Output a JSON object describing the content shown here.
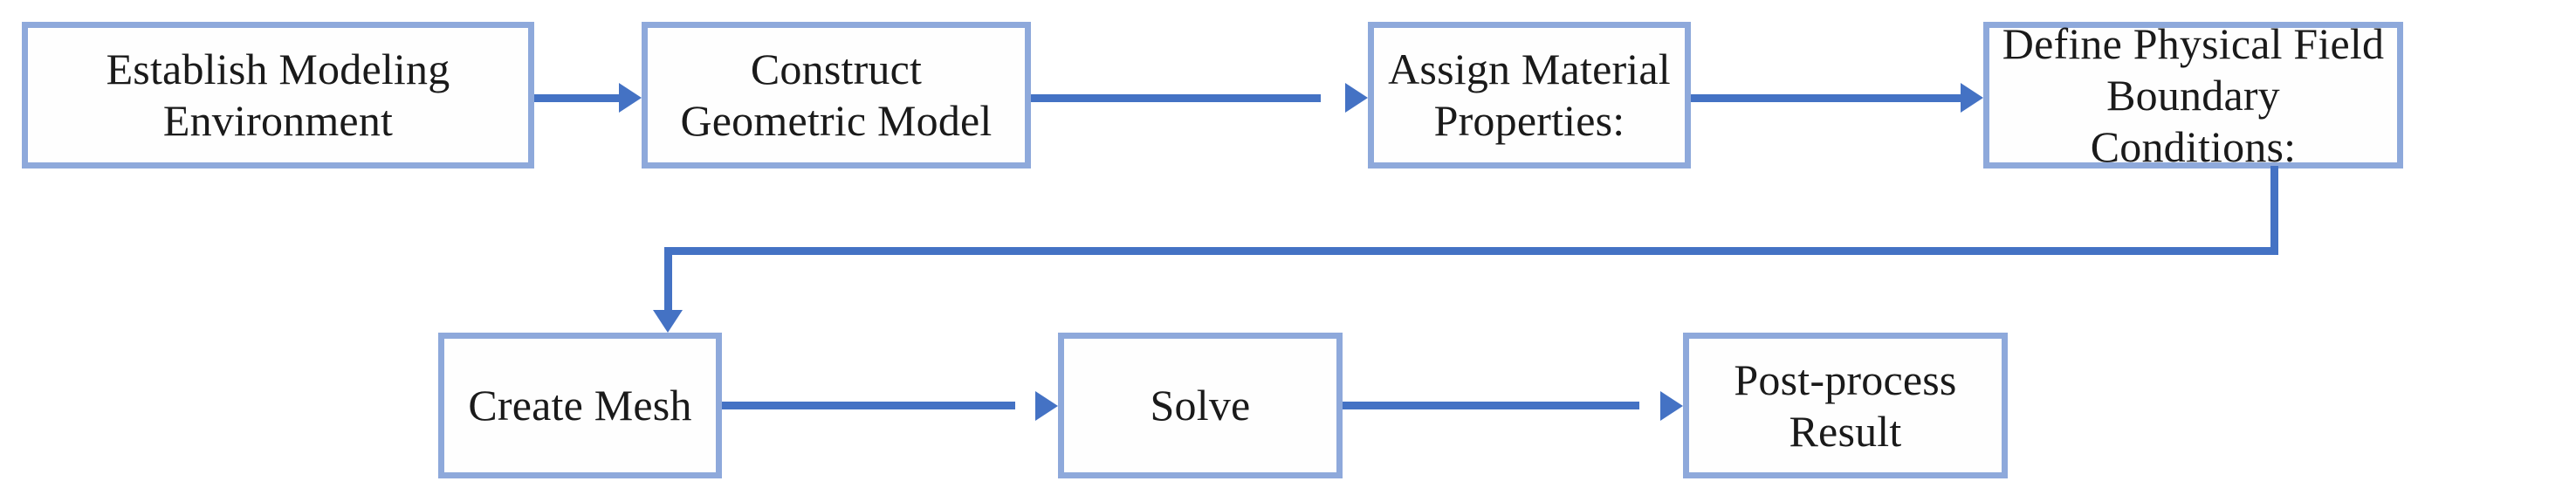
{
  "diagram": {
    "title": "Simulation Workflow Flowchart",
    "colors": {
      "node_border": "#8EA9DB",
      "node_fill": "#FEFEFE",
      "connector": "#4472C4",
      "text": "#1a1a1a",
      "background": "#FFFFFF"
    },
    "nodes": [
      {
        "id": "establish-modeling-environment",
        "label": "Establish Modeling\nEnvironment",
        "row": 1,
        "order": 1
      },
      {
        "id": "construct-geometric-model",
        "label": "Construct\nGeometric Model",
        "row": 1,
        "order": 2
      },
      {
        "id": "assign-material-properties",
        "label": "Assign Material\nProperties:",
        "row": 1,
        "order": 3
      },
      {
        "id": "define-physical-field-boundary-conditions",
        "label": "Define Physical Field\nBoundary Conditions:",
        "row": 1,
        "order": 4
      },
      {
        "id": "create-mesh",
        "label": "Create Mesh",
        "row": 2,
        "order": 1
      },
      {
        "id": "solve",
        "label": "Solve",
        "row": 2,
        "order": 2
      },
      {
        "id": "post-process-result",
        "label": "Post-process\nResult",
        "row": 2,
        "order": 3
      }
    ],
    "edges": [
      {
        "from": "establish-modeling-environment",
        "to": "construct-geometric-model",
        "kind": "straight-right"
      },
      {
        "from": "construct-geometric-model",
        "to": "assign-material-properties",
        "kind": "straight-right"
      },
      {
        "from": "assign-material-properties",
        "to": "define-physical-field-boundary-conditions",
        "kind": "straight-right"
      },
      {
        "from": "define-physical-field-boundary-conditions",
        "to": "create-mesh",
        "kind": "elbow-down-left"
      },
      {
        "from": "create-mesh",
        "to": "solve",
        "kind": "straight-right"
      },
      {
        "from": "solve",
        "to": "post-process-result",
        "kind": "straight-right"
      }
    ]
  }
}
